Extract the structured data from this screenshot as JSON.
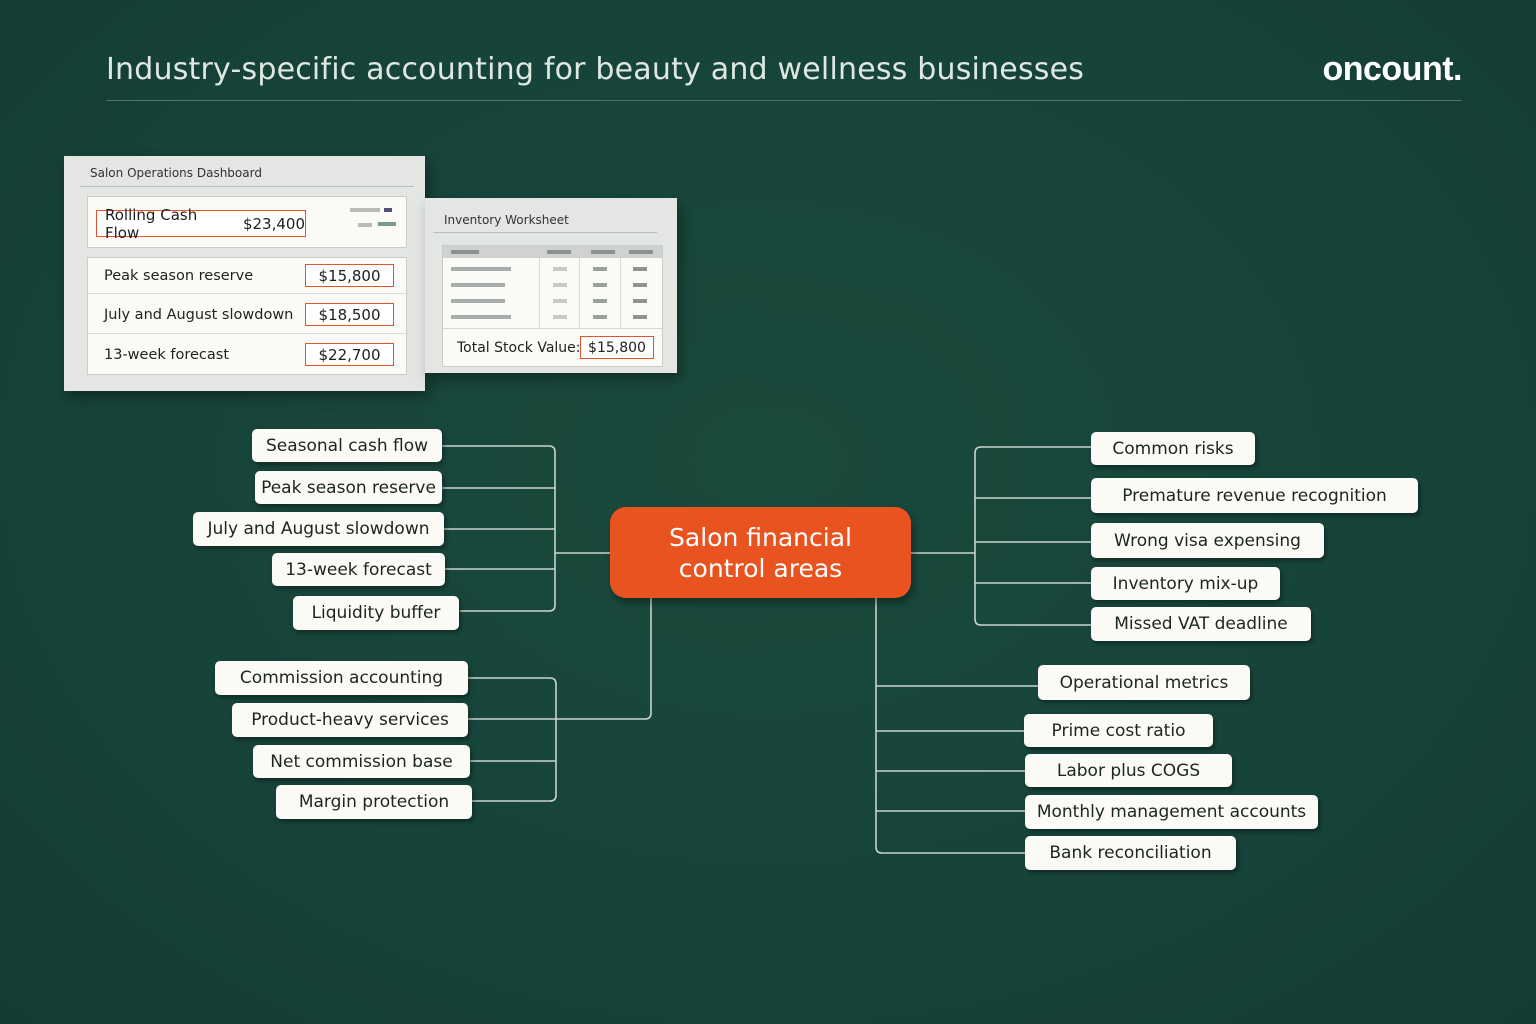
{
  "header": {
    "title": "Industry-specific accounting for beauty and wellness businesses",
    "brand": "oncount."
  },
  "dashboard": {
    "title": "Salon Operations Dashboard",
    "rolling_label": "Rolling Cash Flow",
    "rolling_value": "$23,400",
    "rows": [
      {
        "label": "Peak season reserve",
        "value": "$15,800"
      },
      {
        "label": "July and August slowdown",
        "value": "$18,500"
      },
      {
        "label": "13-week forecast",
        "value": "$22,700"
      }
    ]
  },
  "inventory": {
    "title": "Inventory Worksheet",
    "total_label": "Total Stock Value:",
    "total_value": "$15,800"
  },
  "center": {
    "line1": "Salon financial",
    "line2": "control areas"
  },
  "branches": {
    "seasonal": [
      "Seasonal cash flow",
      "Peak season reserve",
      "July and August slowdown",
      "13-week forecast",
      "Liquidity buffer"
    ],
    "commission": [
      "Commission accounting",
      "Product-heavy services",
      "Net commission base",
      "Margin protection"
    ],
    "risks": [
      "Common risks",
      "Premature revenue recognition",
      "Wrong visa expensing",
      "Inventory mix-up",
      "Missed VAT deadline"
    ],
    "metrics": [
      "Operational metrics",
      "Prime cost ratio",
      "Labor plus COGS",
      "Monthly management accounts",
      "Bank reconciliation"
    ]
  }
}
